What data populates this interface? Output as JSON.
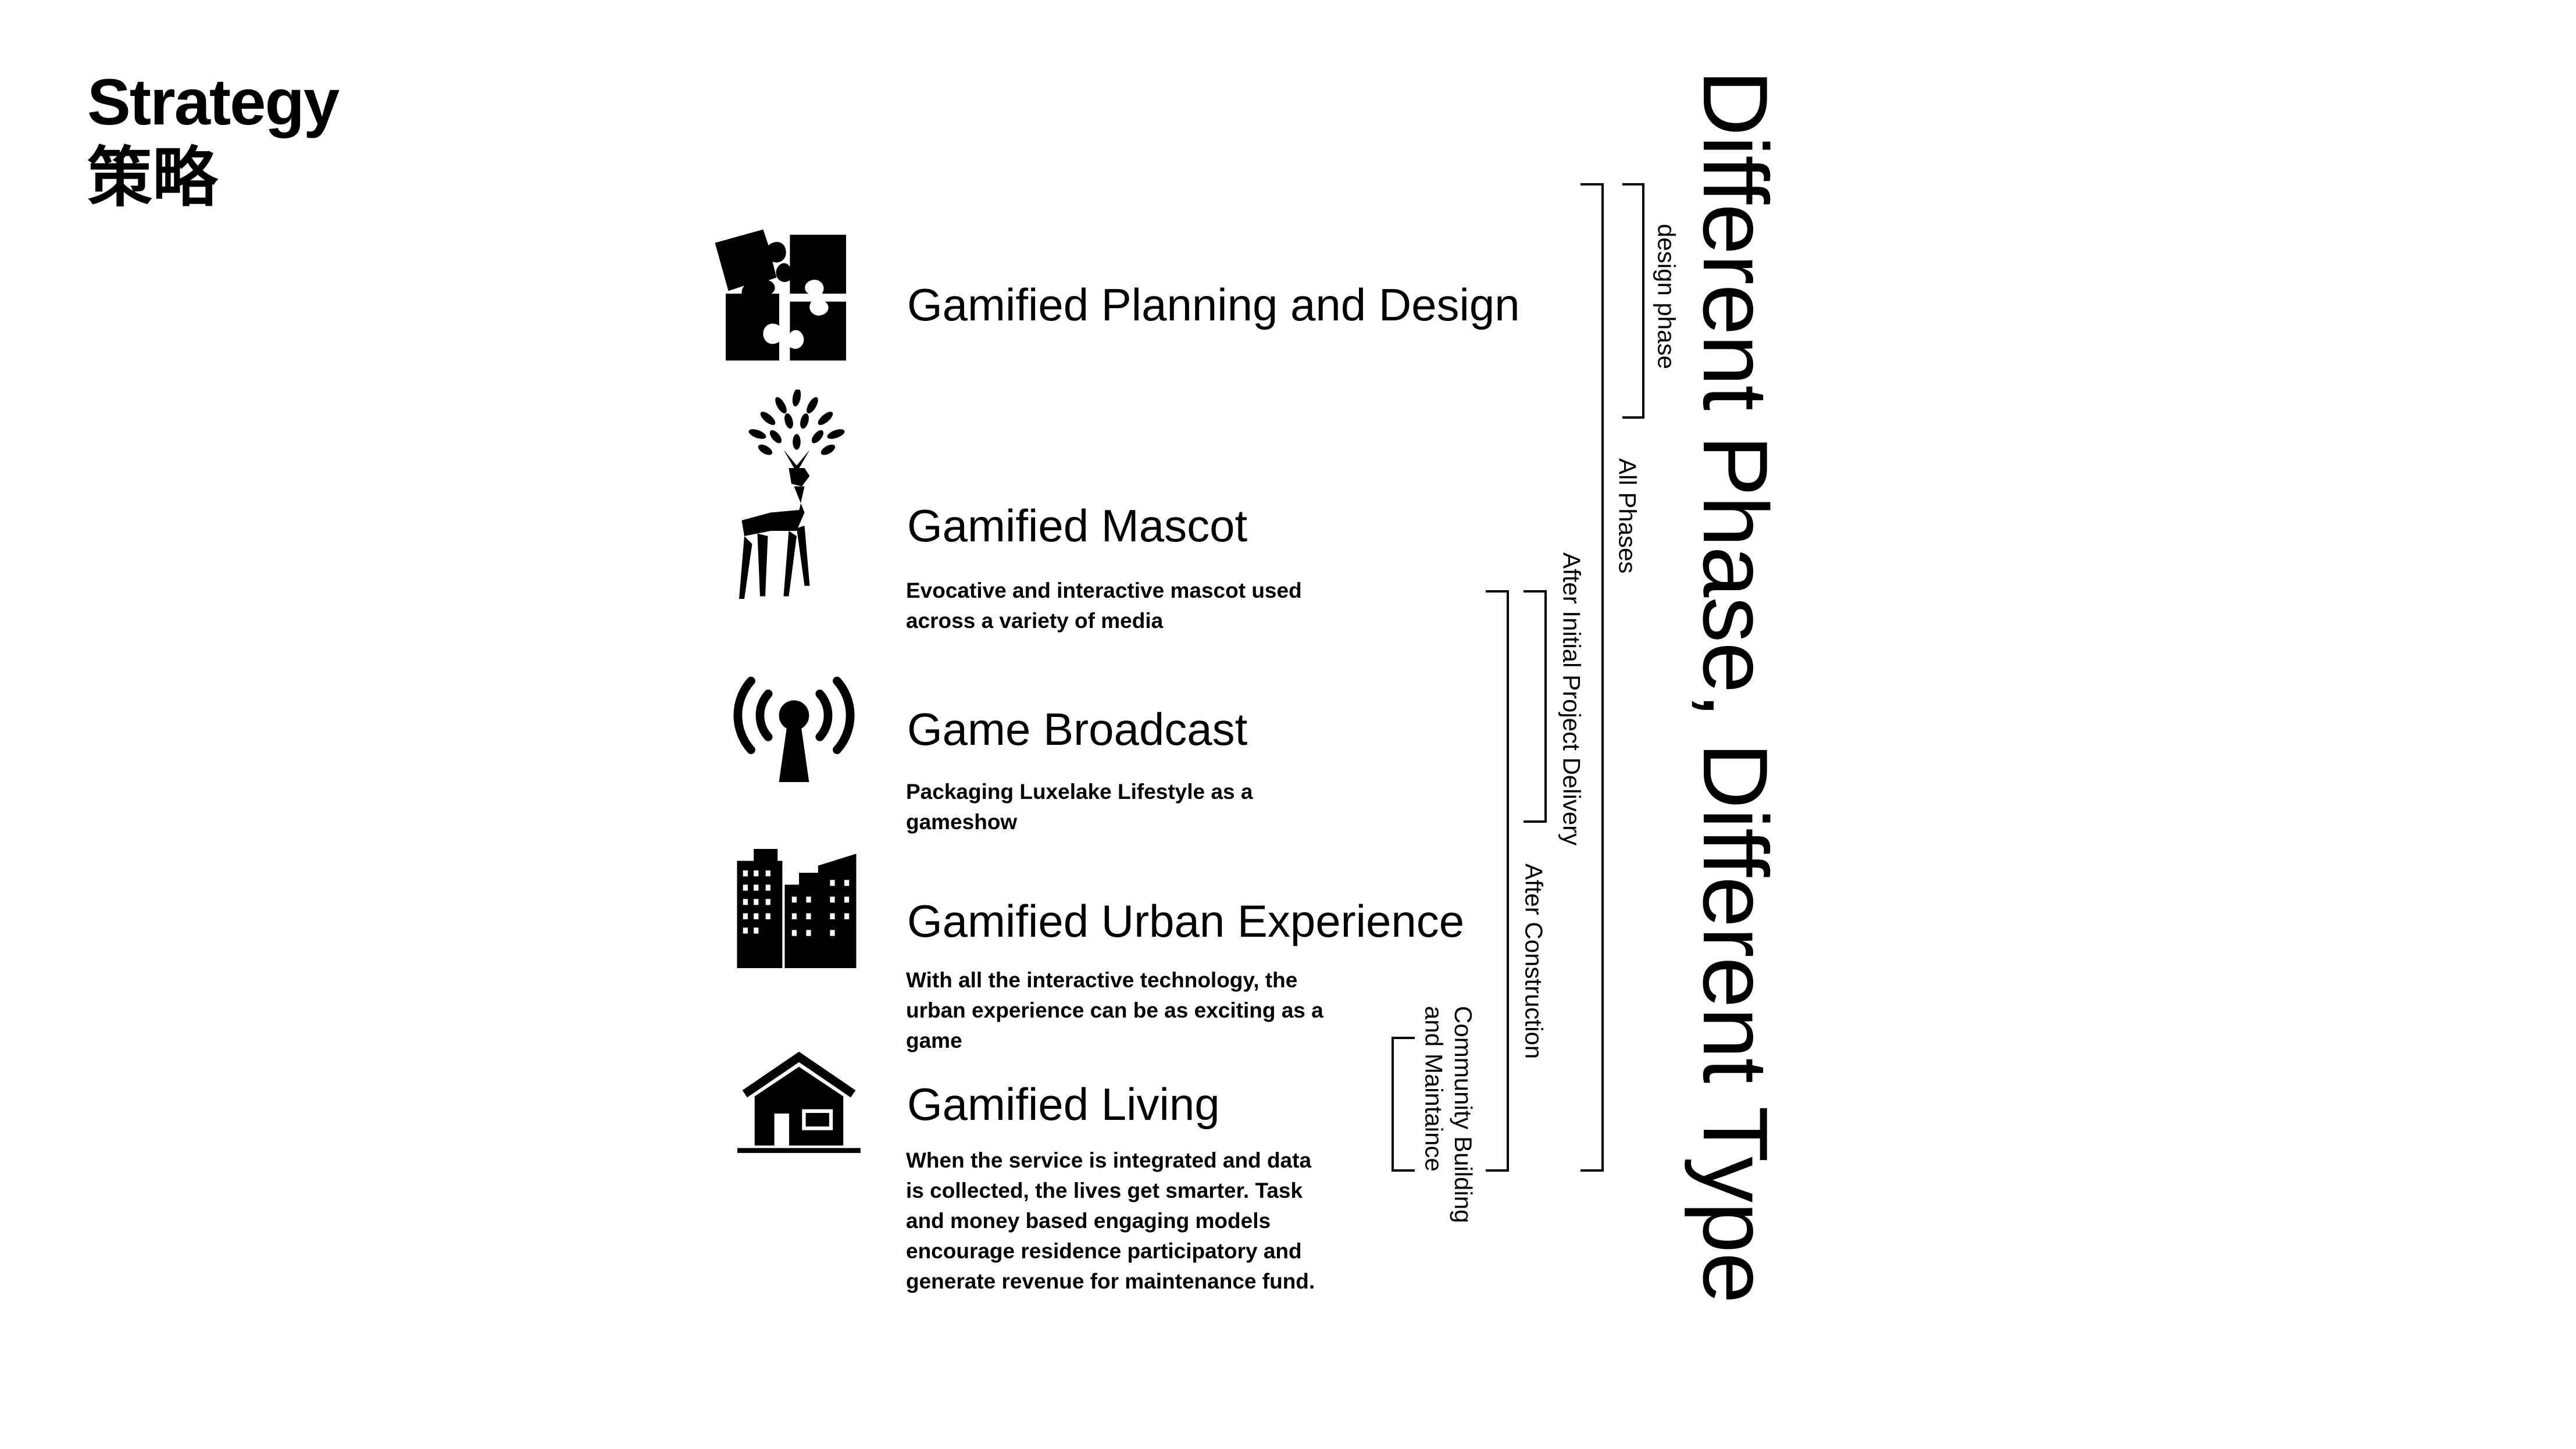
{
  "header": {
    "title_en": "Strategy",
    "title_zh": "策略"
  },
  "items": [
    {
      "icon": "puzzle-icon",
      "title": "Gamified Planning and Design",
      "desc": ""
    },
    {
      "icon": "deer-mascot-icon",
      "title": "Gamified Mascot",
      "desc": "Evocative and interactive mascot used\nacross a variety of media"
    },
    {
      "icon": "broadcast-antenna-icon",
      "title": "Game Broadcast",
      "desc": "Packaging Luxelake Lifestyle as a\ngameshow"
    },
    {
      "icon": "city-buildings-icon",
      "title": "Gamified Urban Experience",
      "desc": "With all the interactive technology, the\nurban experience can be as exciting as a\ngame"
    },
    {
      "icon": "house-icon",
      "title": "Gamified Living",
      "desc": "When the service is integrated and data\nis collected, the lives get smarter.  Task\nand money based engaging models\nencourage residence participatory and\ngenerate revenue for maintenance fund."
    }
  ],
  "phases": {
    "design": "design phase",
    "all": "All Phases",
    "after_delivery": "After Initial Project Delivery",
    "after_construction": "After Construction",
    "community": "Community Building\nand Maintaince"
  },
  "side_title": "Different Phase, Different Type"
}
